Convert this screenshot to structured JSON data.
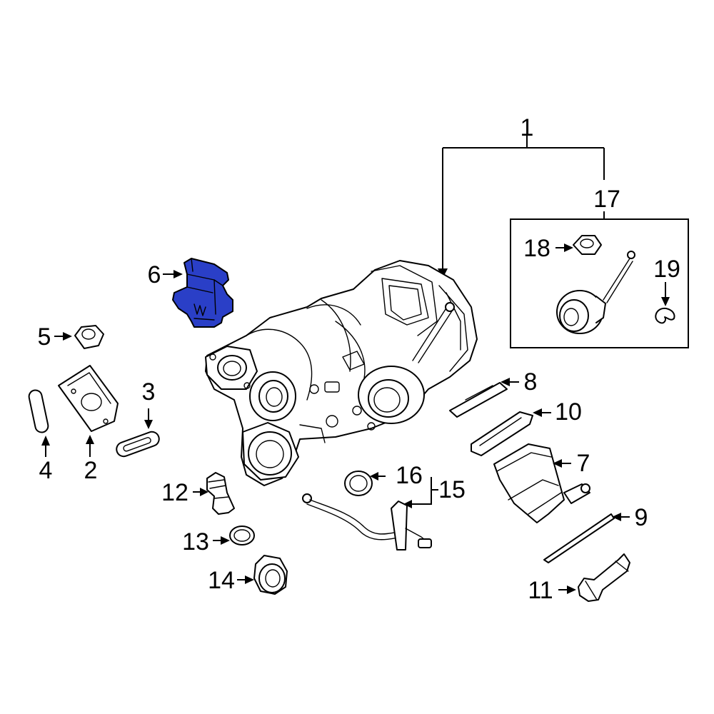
{
  "diagram": {
    "highlight_color": "#2a3fc7",
    "highlighted_part": "6",
    "callouts": {
      "c1": "1",
      "c2": "2",
      "c3": "3",
      "c4": "4",
      "c5": "5",
      "c6": "6",
      "c7": "7",
      "c8": "8",
      "c9": "9",
      "c10": "10",
      "c11": "11",
      "c12": "12",
      "c13": "13",
      "c14": "14",
      "c15": "15",
      "c16": "16",
      "c17": "17",
      "c18": "18",
      "c19": "19"
    }
  }
}
